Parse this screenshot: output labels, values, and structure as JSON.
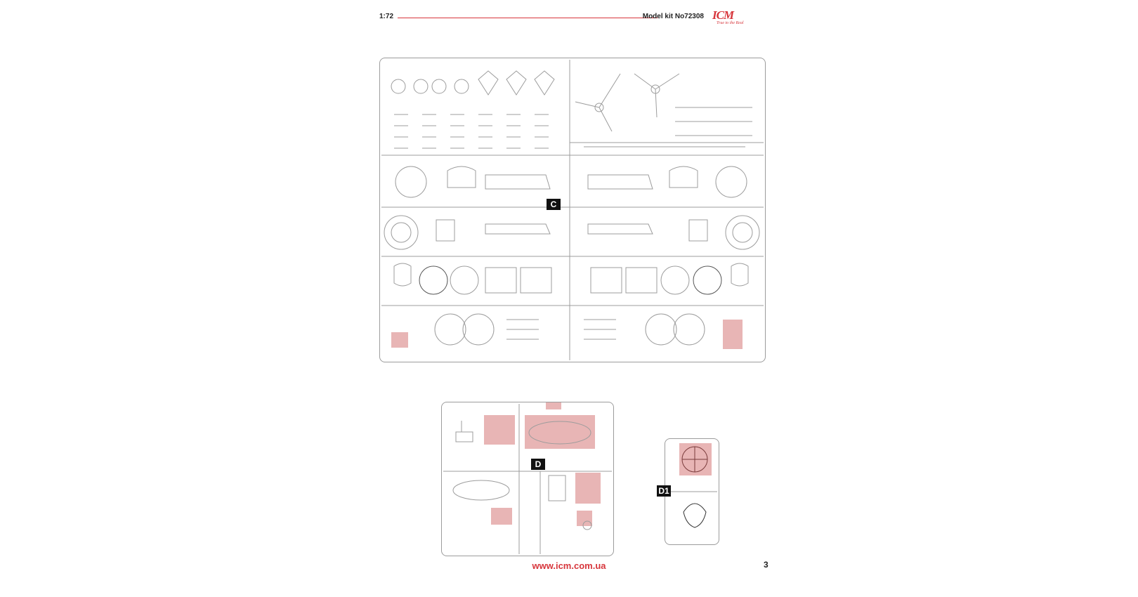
{
  "header": {
    "scale": "1:72",
    "kit_label": "Model kit No72308",
    "logo_text": "ICM",
    "logo_tagline": "True to the Real"
  },
  "sprues": {
    "c": {
      "letter": "C"
    },
    "d": {
      "letter": "D"
    },
    "d1": {
      "letter": "D1"
    }
  },
  "footer": {
    "website": "www.icm.com.ua",
    "page_number": "3"
  },
  "colors": {
    "accent": "#d7363c",
    "highlight": "#cd5c5c",
    "line": "#9c9c9c"
  }
}
